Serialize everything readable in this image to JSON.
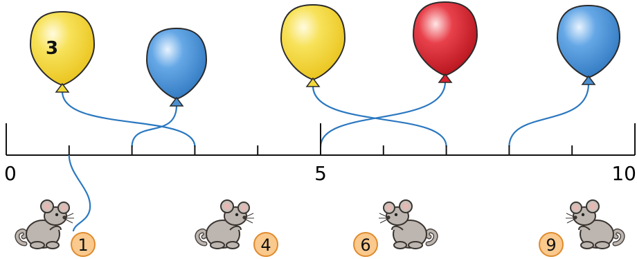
{
  "number_line": {
    "min": 0,
    "max": 10,
    "labels": [
      "0",
      "5",
      "10"
    ]
  },
  "balloons": [
    {
      "color": "#f2d93b",
      "label": "3",
      "string_to": 3
    },
    {
      "color": "#4a8fd0",
      "label": "",
      "string_to": 2
    },
    {
      "color": "#f2d93b",
      "label": "",
      "string_to": 7
    },
    {
      "color": "#d9232f",
      "label": "",
      "string_to": 5
    },
    {
      "color": "#4a8fd0",
      "label": "",
      "string_to": 8
    }
  ],
  "mice": [
    {
      "badge": "1",
      "string_from": 1
    },
    {
      "badge": "4"
    },
    {
      "badge": "6"
    },
    {
      "badge": "9"
    }
  ],
  "colors": {
    "string": "#2b78c0",
    "badge_fill": "#f9c98e",
    "badge_stroke": "#e08a2c",
    "mouse": "#bdb6b0"
  }
}
